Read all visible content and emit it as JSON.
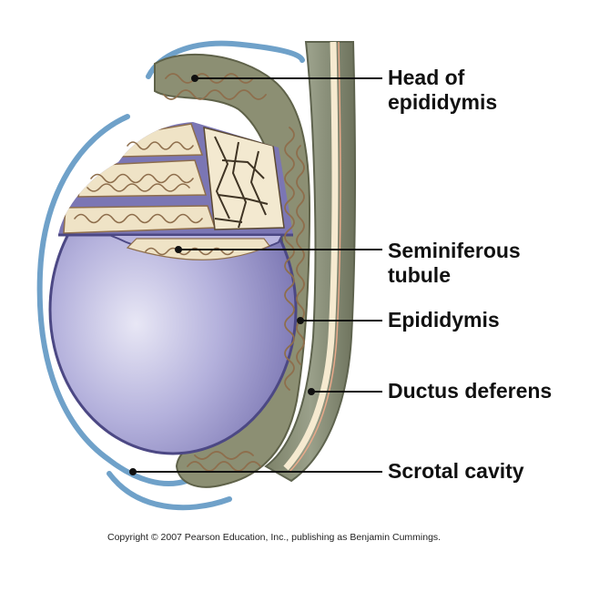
{
  "labels": {
    "head_of_epididymis": [
      "Head of",
      "epididymis"
    ],
    "seminiferous_tubule": [
      "Seminiferous",
      "tubule"
    ],
    "epididymis": "Epididymis",
    "ductus_deferens": "Ductus deferens",
    "scrotal_cavity": "Scrotal cavity"
  },
  "copyright": "Copyright © 2007 Pearson Education, Inc., publishing as Benjamin Cummings.",
  "colors": {
    "testis_fill": "#9b97cc",
    "tunica_outline": "#6fa1c9",
    "tubule_fill": "#efe3c6",
    "tubule_stroke": "#8e6e4c",
    "duct_wall": "#7b8068",
    "duct_lumen": "#f2e6c2",
    "leader_line": "#111111"
  }
}
